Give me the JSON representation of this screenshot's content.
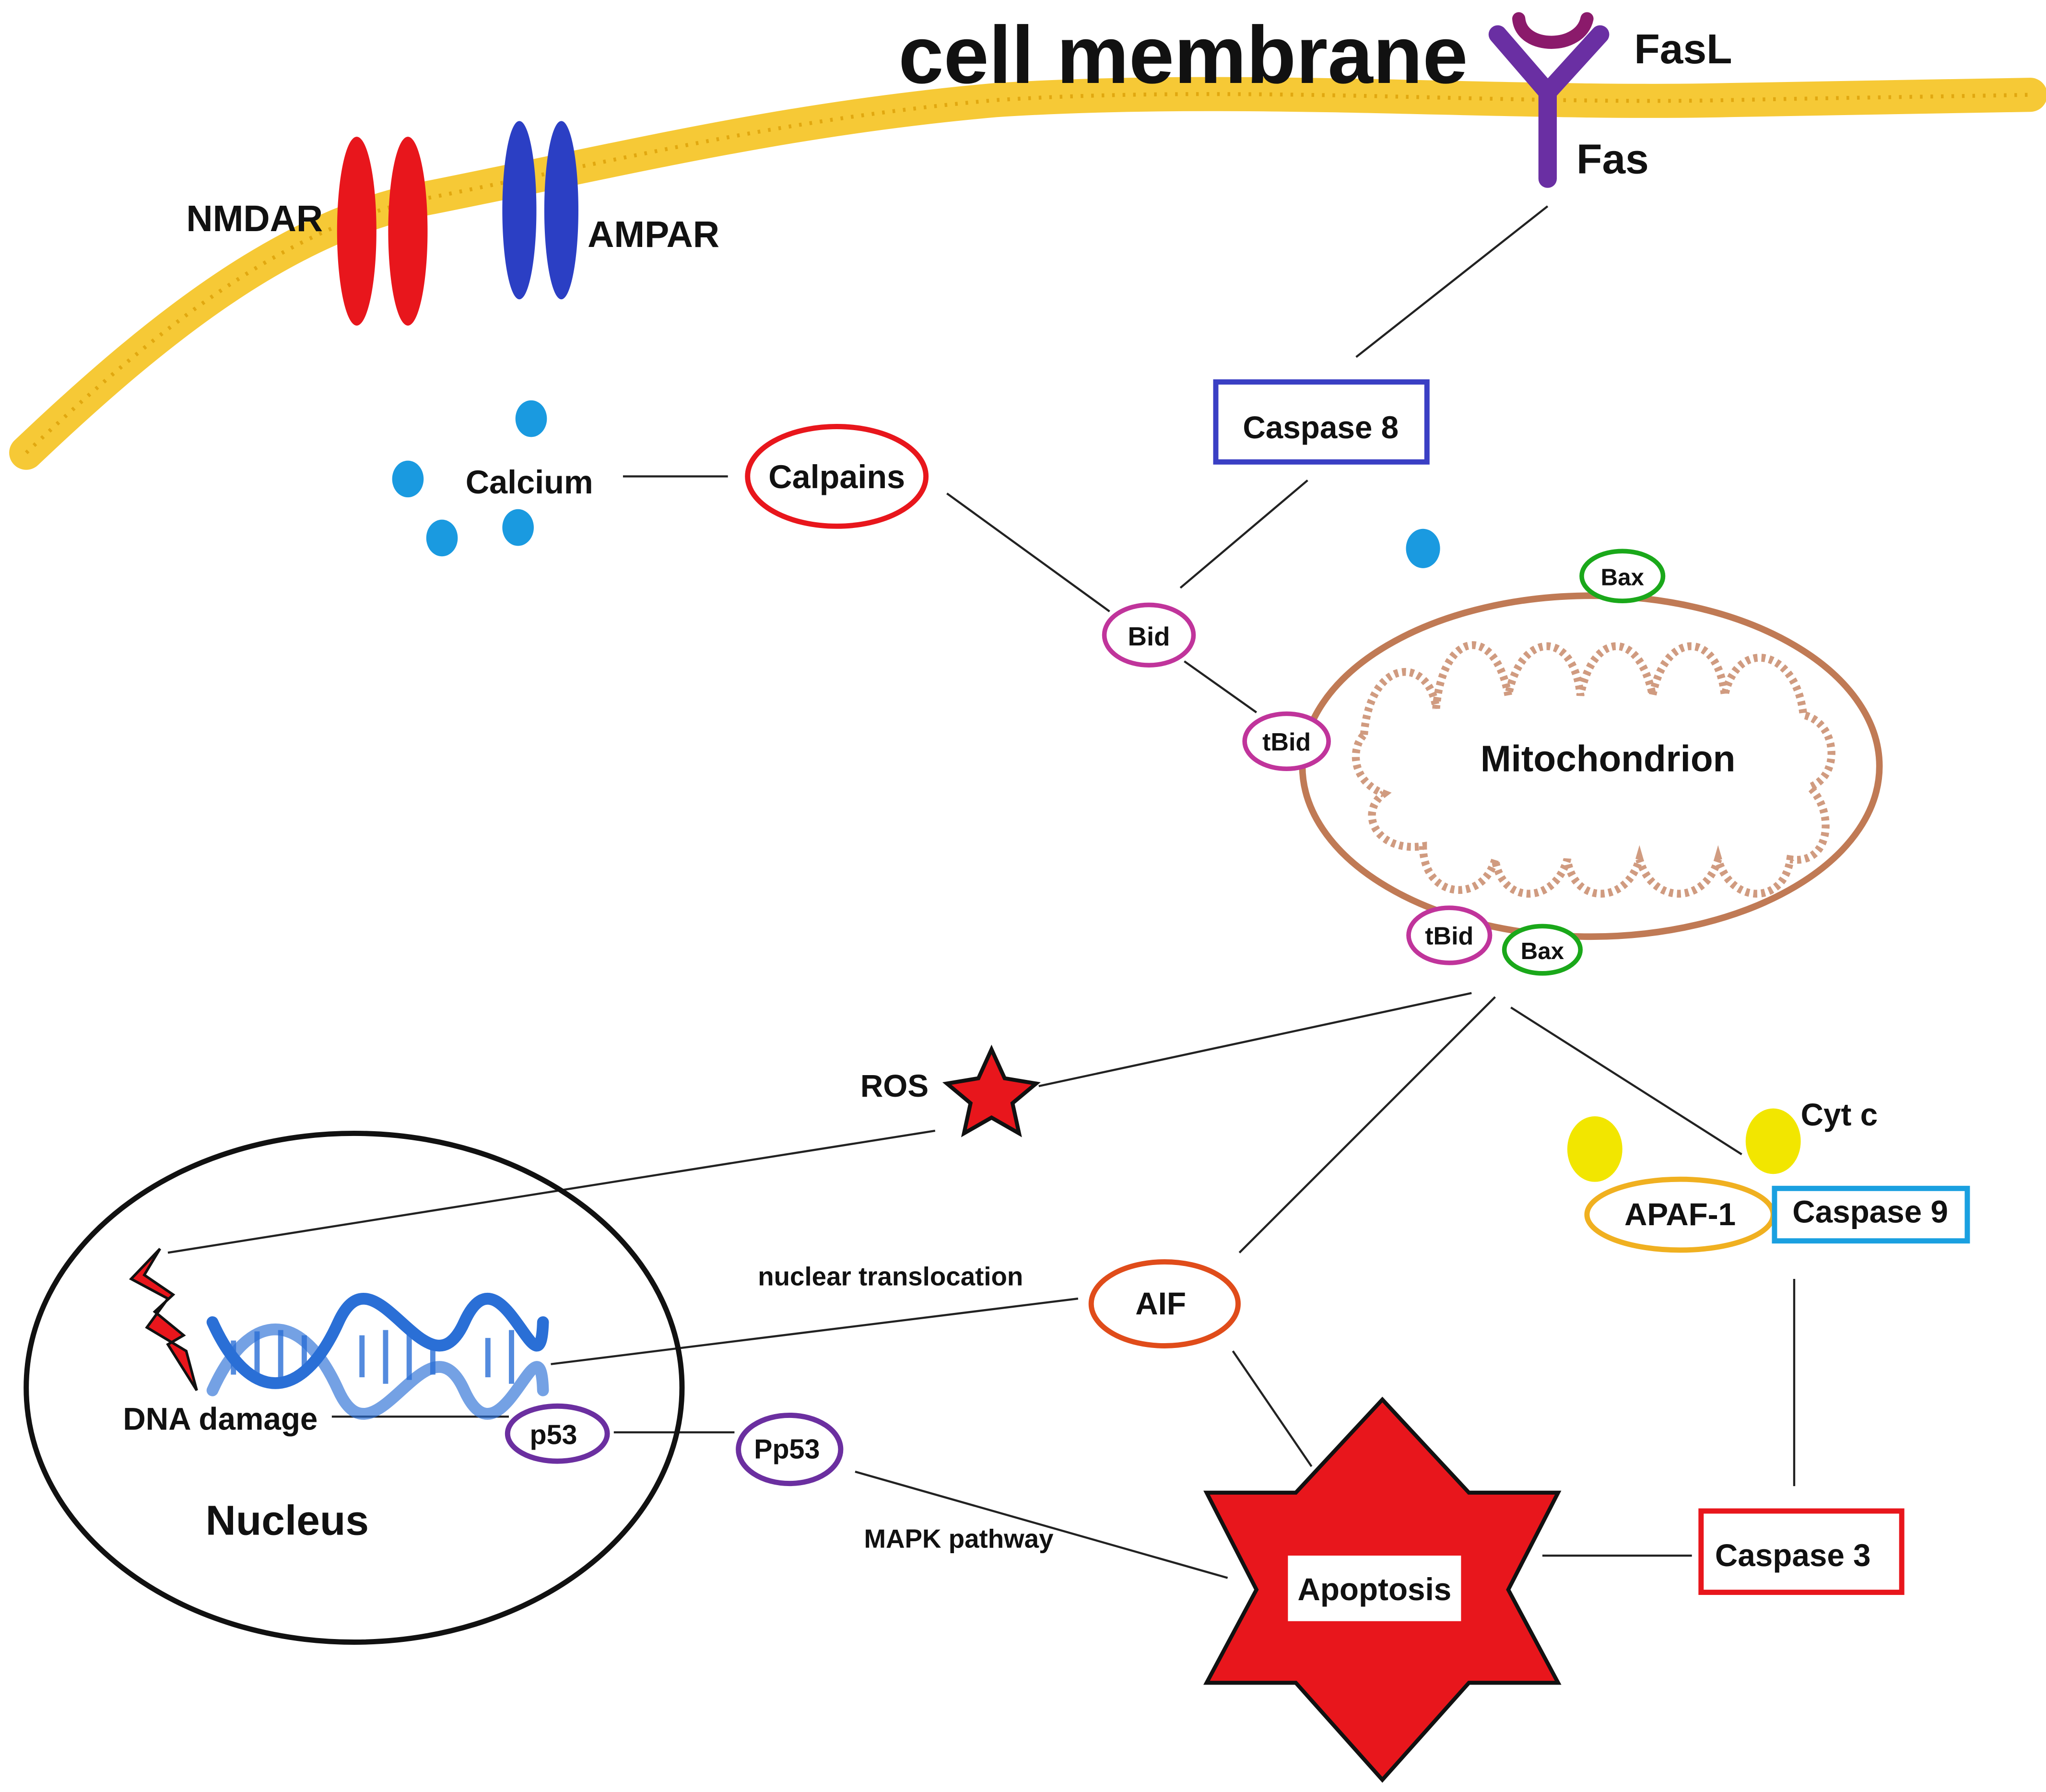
{
  "labels": {
    "cell_membrane": "cell membrane",
    "fasl": "FasL",
    "fas": "Fas",
    "nmdar": "NMDAR",
    "ampar": "AMPAR",
    "calcium": "Calcium",
    "calpains": "Calpains",
    "caspase8": "Caspase 8",
    "bid": "Bid",
    "tbid_top": "tBid",
    "bax_top": "Bax",
    "mitochondrion": "Mitochondrion",
    "tbid_bottom": "tBid",
    "bax_bottom": "Bax",
    "ros": "ROS",
    "cyt_c": "Cyt c",
    "apaf1": "APAF-1",
    "caspase9": "Caspase 9",
    "nuclear_translocation": "nuclear translocation",
    "aif": "AIF",
    "dna_damage": "DNA damage",
    "p53": "p53",
    "pp53": "Pp53",
    "nucleus": "Nucleus",
    "mapk_pathway": "MAPK pathway",
    "apoptosis": "Apoptosis",
    "caspase3": "Caspase 3"
  },
  "colors": {
    "membrane": "#f5c320",
    "nmdar": "#e8161c",
    "ampar": "#2b3fc4",
    "fasl": "#8b1a6b",
    "fas": "#6a2fa3",
    "calcium": "#1a9ae0",
    "calpains": "#e8161c",
    "caspase8": "#3a3fc4",
    "bid": "#c0349b",
    "bax": "#1aa81a",
    "mitochondrion": "#c07a55",
    "cyt_c": "#f2e600",
    "apaf1": "#f0b020",
    "caspase9": "#1aa0e0",
    "aif": "#e04c1a",
    "p53": "#6b2fa0",
    "apoptosis": "#e8161c",
    "caspase3": "#e8161c",
    "nucleus": "#111111",
    "dna": "#2a6fd6",
    "lightning": "#e8161c"
  },
  "icons": {
    "ros": "star-icon",
    "dna": "dna-helix-icon",
    "damage": "lightning-icon",
    "receptor": "y-receptor-icon"
  }
}
